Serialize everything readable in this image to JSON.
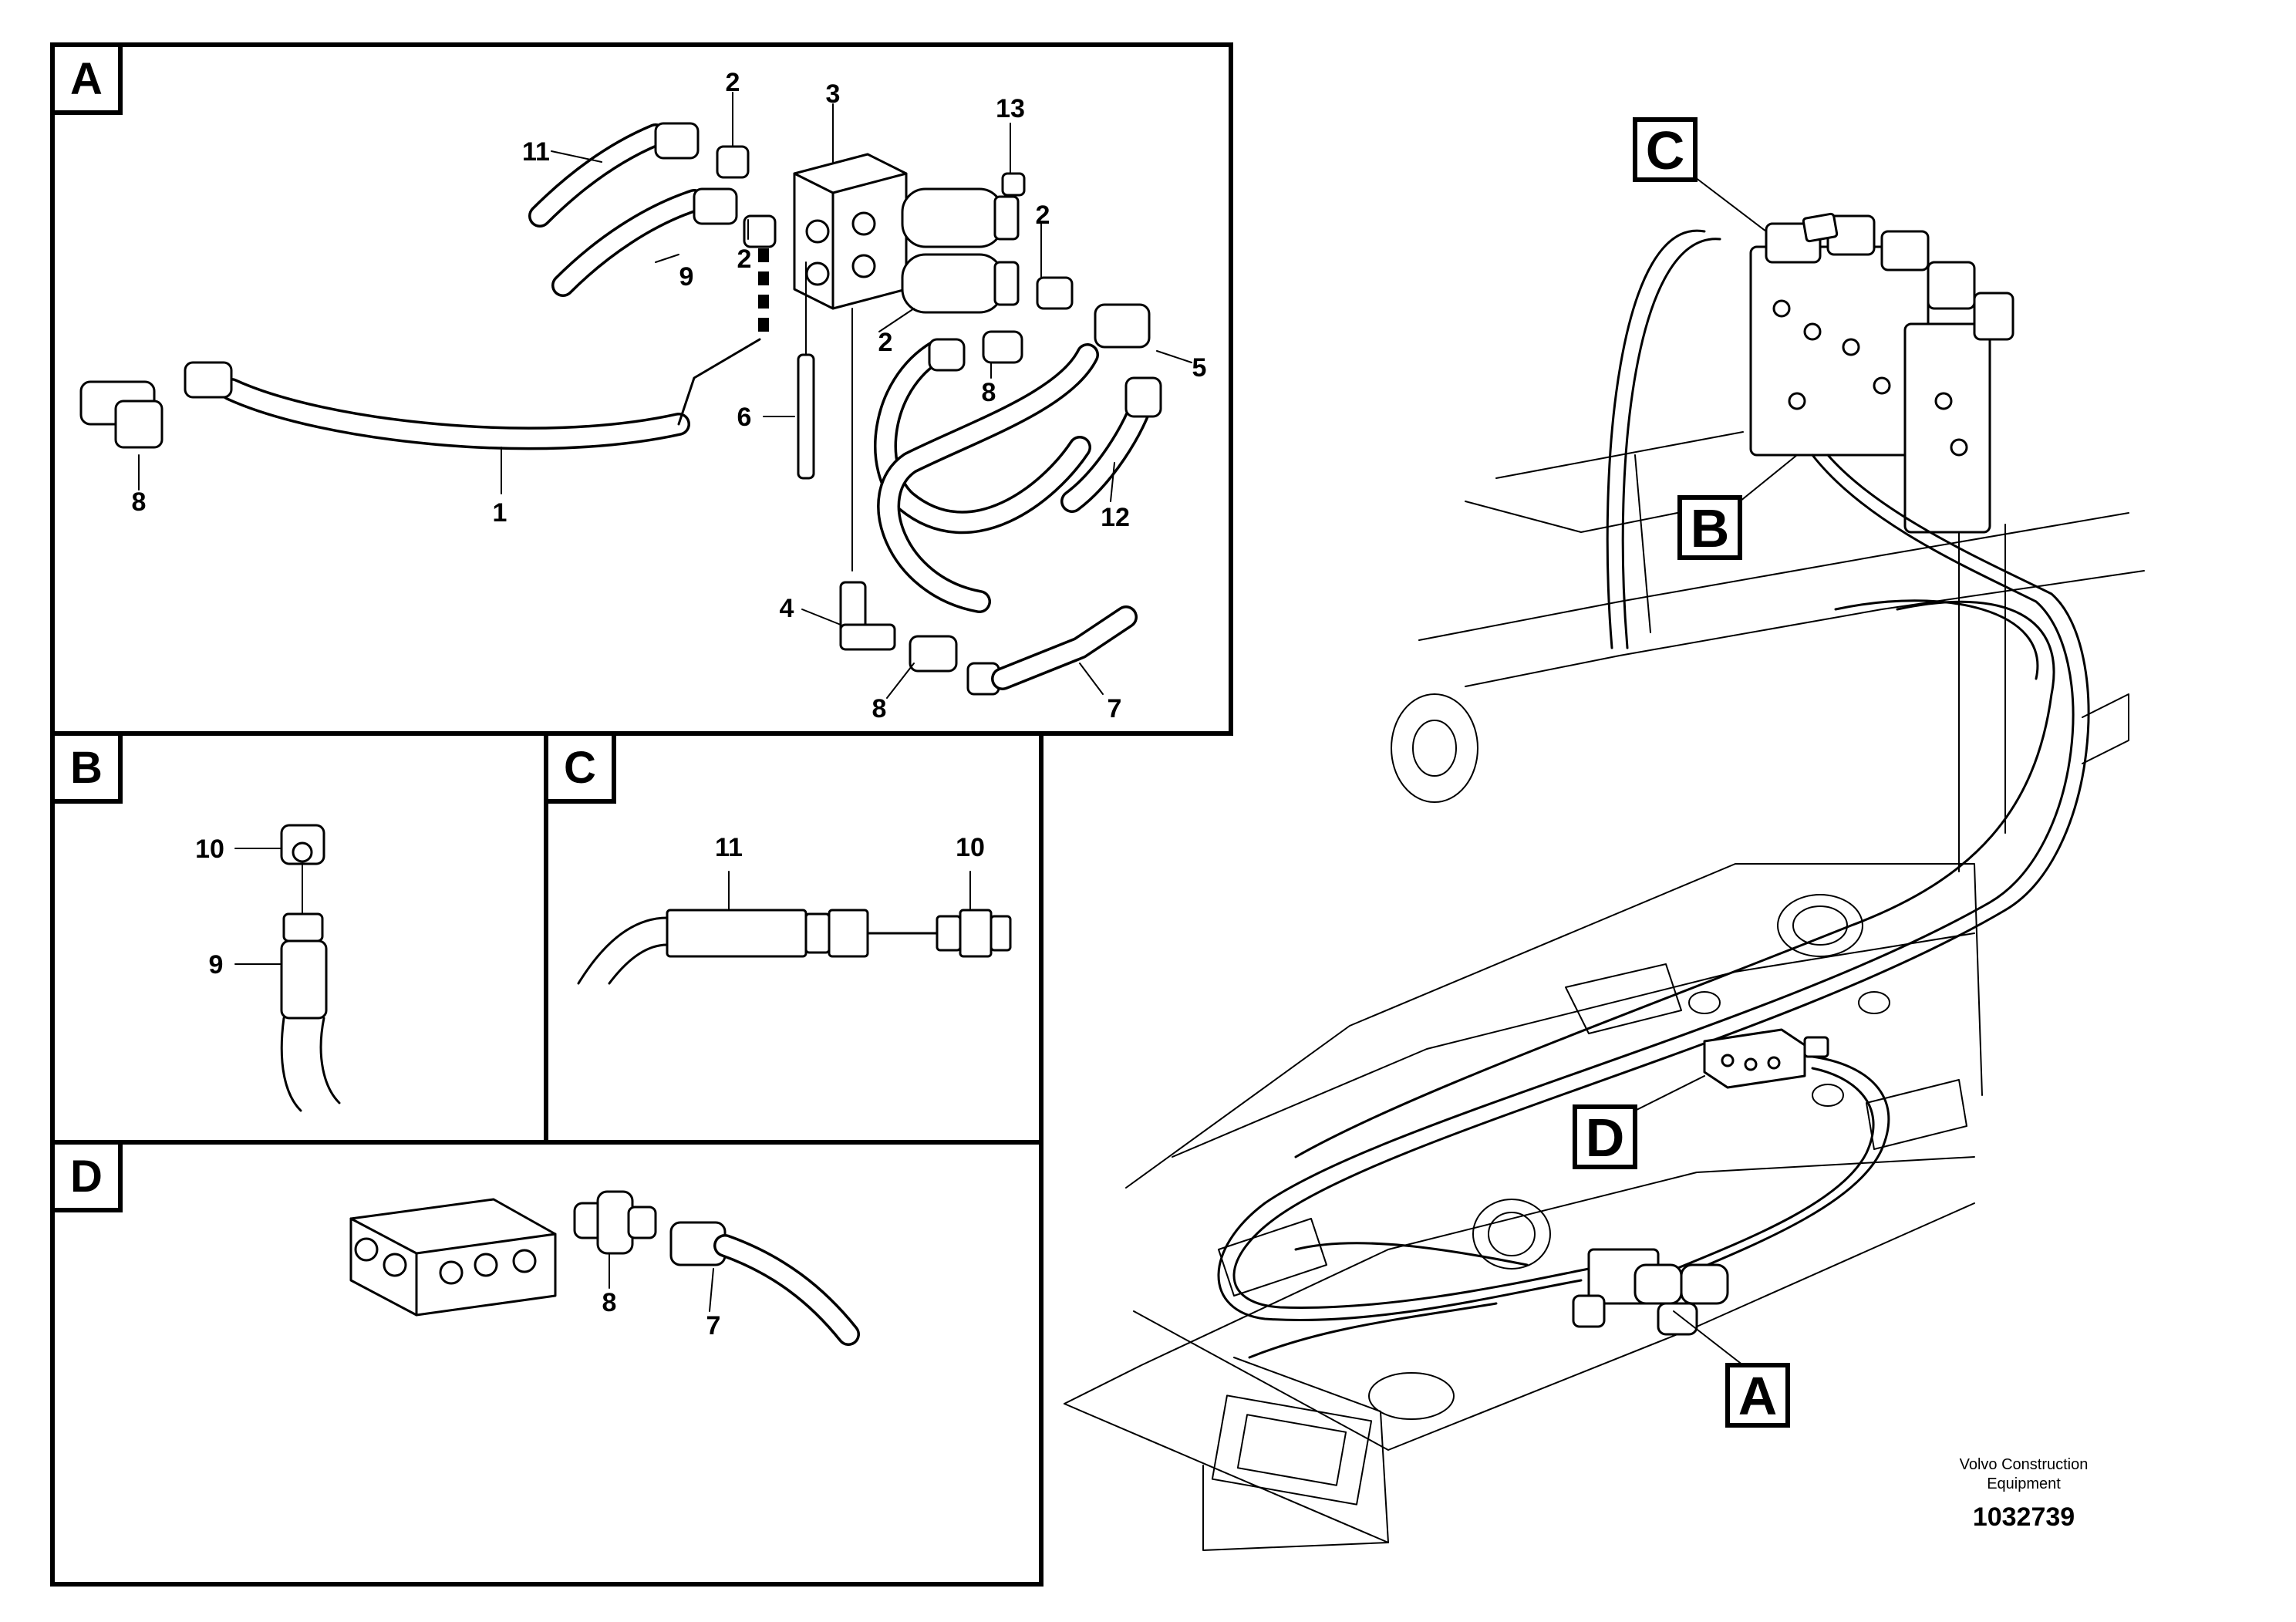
{
  "panels": {
    "A": {
      "label": "A",
      "callouts": {
        "c1": "1",
        "c2a": "2",
        "c2b": "2",
        "c2c": "2",
        "c2d": "2",
        "c3": "3",
        "c4": "4",
        "c5": "5",
        "c6": "6",
        "c7": "7",
        "c8a": "8",
        "c8b": "8",
        "c8c": "8",
        "c9": "9",
        "c11": "11",
        "c12": "12",
        "c13": "13"
      }
    },
    "B": {
      "label": "B",
      "callouts": {
        "c10": "10",
        "c9": "9"
      }
    },
    "C": {
      "label": "C",
      "callouts": {
        "c11": "11",
        "c10": "10"
      }
    },
    "D": {
      "label": "D",
      "callouts": {
        "c8": "8",
        "c7": "7"
      }
    }
  },
  "overview": {
    "markers": {
      "C": "C",
      "B": "B",
      "D": "D",
      "A": "A"
    }
  },
  "publisher": {
    "line1": "Volvo Construction",
    "line2": "Equipment",
    "drawing_number": "1032739"
  }
}
